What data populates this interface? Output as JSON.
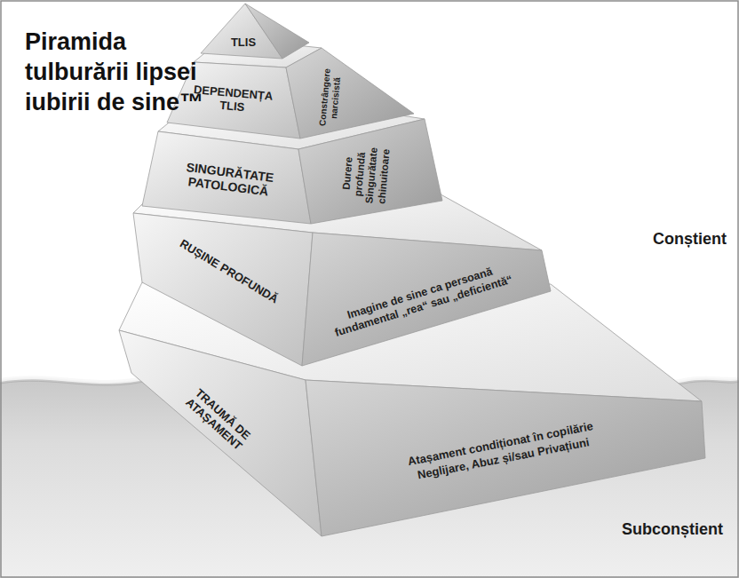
{
  "diagram": {
    "title": "Piramida tulburării lipsei iubirii de sine™",
    "nodes": [
      {
        "text": [
          "TLIS"
        ]
      },
      {
        "text": [
          "DEPENDENȚA TLIS",
          "Constrângere narcisistă"
        ]
      },
      {
        "text": [
          "SINGURĂTATE PATOLOGICĂ",
          "Durere profundă",
          "Singurătate chinuitoare"
        ]
      },
      {
        "text": [
          "RUȘINE PROFUNDĂ",
          "Imagine de sine ca persoană fundamental „rea“ sau „deficientă“"
        ]
      },
      {
        "text": [
          "TRAUMĂ DE ATAȘAMENT",
          "Atașament condiționat în copilărie",
          "Neglijare, Abuz și/sau Privațiuni"
        ]
      }
    ],
    "labels": [
      "Conștient",
      "Subconștient"
    ]
  }
}
